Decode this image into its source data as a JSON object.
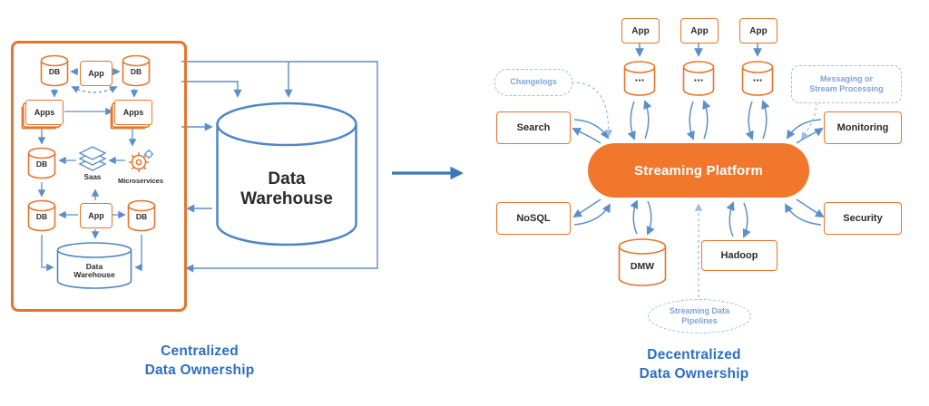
{
  "colors": {
    "accent_orange": "#E8742C",
    "platform_fill": "#F0772B",
    "arrow_blue": "#5B8FC9",
    "warehouse_blue": "#4E86C6",
    "dashed_blue": "#9DBBE3",
    "caption_blue": "#2D6FC0",
    "text_dark": "#2B2B2B"
  },
  "captions": {
    "left": "Centralized\nData Ownership",
    "right": "Decentralized\nData Ownership"
  },
  "left_diagram": {
    "db_top_left": "DB",
    "app_top": "App",
    "db_top_right": "DB",
    "apps_left": "Apps",
    "apps_right": "Apps",
    "db_mid": "DB",
    "saas_label": "Saas",
    "microservices_label": "Microservices",
    "db_bottom_left": "DB",
    "app_bottom": "App",
    "db_bottom_right": "DB",
    "inner_warehouse": "Data\nWarehouse",
    "big_warehouse": "Data\nWarehouse"
  },
  "right_diagram": {
    "apps": [
      "App",
      "App",
      "App"
    ],
    "topic_dots": "...",
    "changelogs": "Changelogs",
    "messaging": "Messaging or\nStream Processing",
    "search": "Search",
    "monitoring": "Monitoring",
    "nosql": "NoSQL",
    "security": "Security",
    "platform": "Streaming Platform",
    "dmw": "DMW",
    "hadoop": "Hadoop",
    "pipelines": "Streaming Data\nPipelines"
  }
}
